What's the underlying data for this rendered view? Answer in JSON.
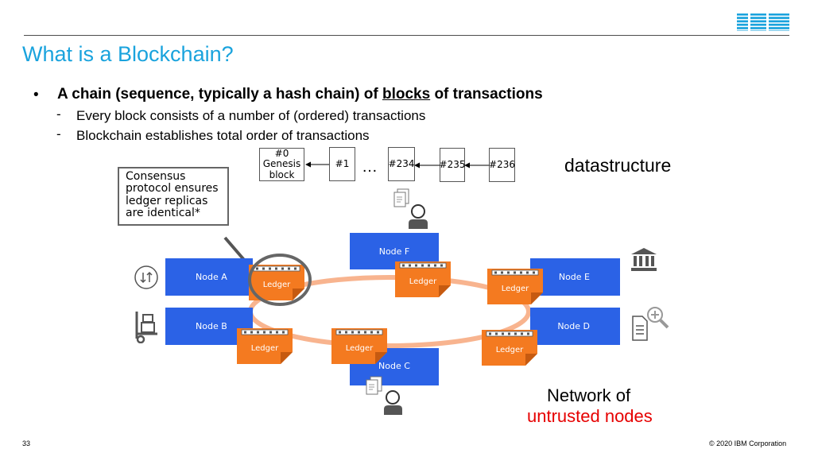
{
  "slide": {
    "title": "What is a Blockchain?",
    "brand": "IBM",
    "bullet_symbol": "•",
    "bullet_main_before": "A chain (sequence, typically a hash chain) of ",
    "bullet_main_underlined": "blocks",
    "bullet_main_after": " of transactions",
    "dash_symbol": "-",
    "sub_bullets": [
      "Every block consists of a number of (ordered) transactions",
      "Blockchain establishes total order of transactions"
    ],
    "page_number": "33",
    "copyright": "© 2020 IBM Corporation"
  },
  "chain": {
    "genesis_line1": "#0",
    "genesis_line2": "Genesis",
    "genesis_line3": "block",
    "block1": "#1",
    "ellipsis": "…",
    "block234": "#234",
    "block235": "#235",
    "block236": "#236",
    "label": "datastructure"
  },
  "consensus_note": "Consensus protocol ensures ledger replicas are identical*",
  "network": {
    "nodes": {
      "a": "Node A",
      "b": "Node B",
      "c": "Node C",
      "d": "Node D",
      "e": "Node E",
      "f": "Node F"
    },
    "ledger_label": "Ledger",
    "caption_line1": "Network of",
    "caption_line2": "untrusted nodes"
  },
  "colors": {
    "title": "#1aa3dd",
    "node": "#2b62e6",
    "ledger": "#f47a20",
    "ring": "#f8b48f",
    "highlight_text": "#e60000"
  },
  "icons": [
    "ibm-logo-icon",
    "sync-arrows-icon",
    "cart-icon",
    "document-icon",
    "user-icon",
    "bank-icon",
    "search-document-icon",
    "magnifier-icon"
  ]
}
